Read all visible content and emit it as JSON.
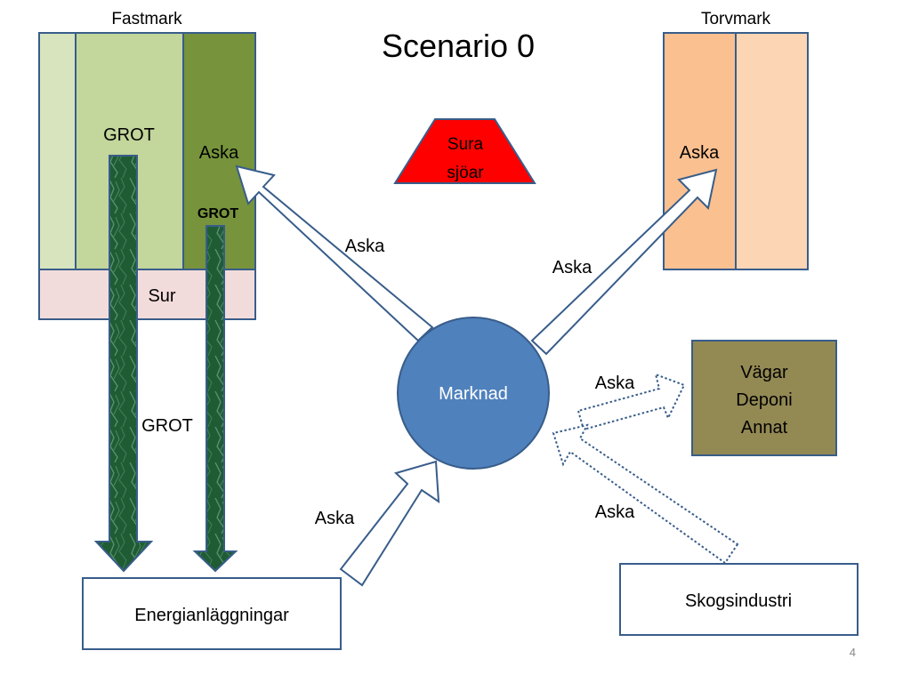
{
  "title": "Scenario 0",
  "page_number": "4",
  "fastmark": {
    "heading": "Fastmark",
    "grot_label": "GROT",
    "aska_label": "Aska",
    "grot_bold_label": "GROT",
    "sur_label": "Sur"
  },
  "torvmark": {
    "heading": "Torvmark",
    "aska_label": "Aska"
  },
  "sura_sjoar": {
    "line1": "Sura",
    "line2": "sjöar"
  },
  "market": {
    "label": "Marknad"
  },
  "vagar_box": {
    "line1": "Vägar",
    "line2": "Deponi",
    "line3": "Annat"
  },
  "energi_box": {
    "label": "Energianläggningar"
  },
  "skogs_box": {
    "label": "Skogsindustri"
  },
  "flows": {
    "grot_down_label": "GROT",
    "aska_to_fastmark": "Aska",
    "aska_to_torvmark": "Aska",
    "aska_to_vagar": "Aska",
    "aska_from_skogs": "Aska",
    "aska_from_energi": "Aska"
  },
  "colors": {
    "fastmark_light": "#d7e4bd",
    "fastmark_mid": "#c3d69b",
    "fastmark_dark": "#77933c",
    "sur_fill": "#f2dcdb",
    "torvmark_dark": "#fac090",
    "torvmark_light": "#fcd5b5",
    "market_fill": "#4f81bd",
    "vagar_fill": "#938953",
    "sura_fill": "#ff0000",
    "border": "#385d8a",
    "grot_arrow": "#1e5a32"
  }
}
